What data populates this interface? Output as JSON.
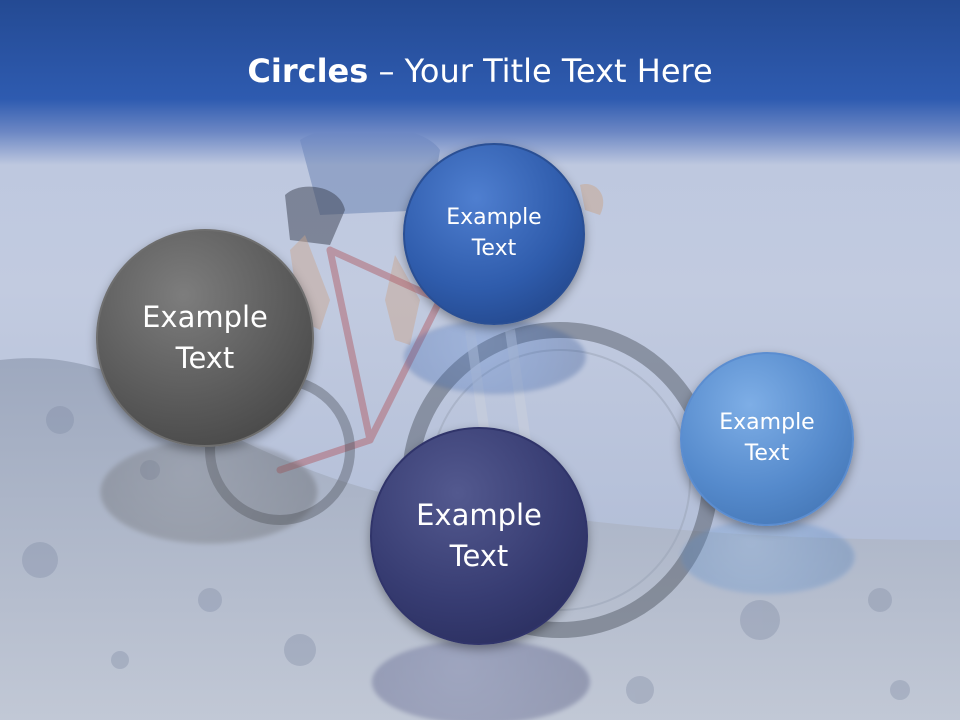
{
  "slide": {
    "title_bold": "Circles",
    "title_rest": " – Your Title Text Here"
  },
  "circles": [
    {
      "label": "Example\nText",
      "color": "#5a5a5a"
    },
    {
      "label": "Example\nText",
      "color": "#2f5cac"
    },
    {
      "label": "Example\nText",
      "color": "#373c72"
    },
    {
      "label": "Example\nText",
      "color": "#558acc"
    }
  ]
}
